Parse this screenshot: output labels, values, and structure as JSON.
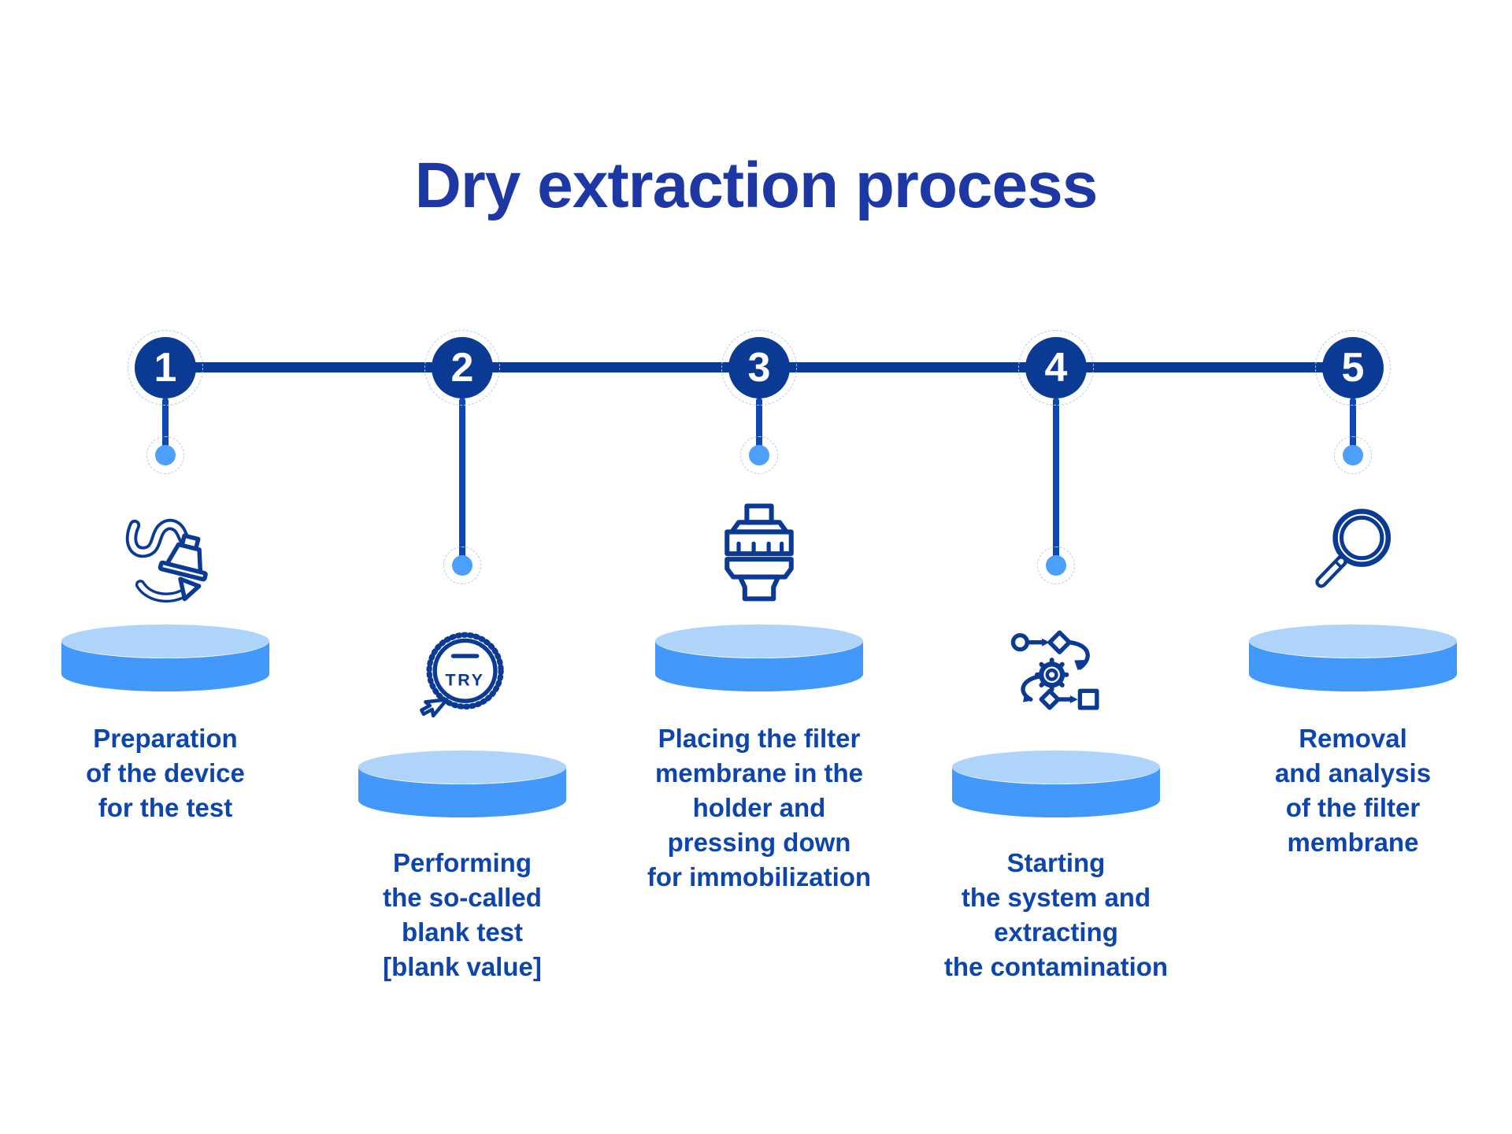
{
  "title": "Dry extraction process",
  "colors": {
    "navy": "#0A3A94",
    "accent_line": "#0D47B5",
    "title_text": "#1D38A5",
    "step_text": "#0E45AC",
    "disc_top": "#AFD4F9",
    "disc_side": "#4299FB",
    "dot": "#4D9FFC",
    "dashed_ring": "#AECDF2"
  },
  "badge_label": "TRY",
  "steps": [
    {
      "number": "1",
      "icon": "vacuum-hose-icon",
      "lines": [
        "Preparation",
        "of the device",
        "for the test"
      ]
    },
    {
      "number": "2",
      "icon": "try-badge-icon",
      "lines": [
        "Performing",
        "the so-called",
        "blank test",
        "[blank value]"
      ]
    },
    {
      "number": "3",
      "icon": "filter-holder-icon",
      "lines": [
        "Placing the filter",
        "membrane in the",
        "holder and",
        "pressing down",
        "for immobilization"
      ]
    },
    {
      "number": "4",
      "icon": "workflow-icon",
      "lines": [
        "Starting",
        "the system and",
        "extracting",
        "the contamination"
      ]
    },
    {
      "number": "5",
      "icon": "magnifier-icon",
      "lines": [
        "Removal",
        "and analysis",
        "of the filter",
        "membrane"
      ]
    }
  ]
}
